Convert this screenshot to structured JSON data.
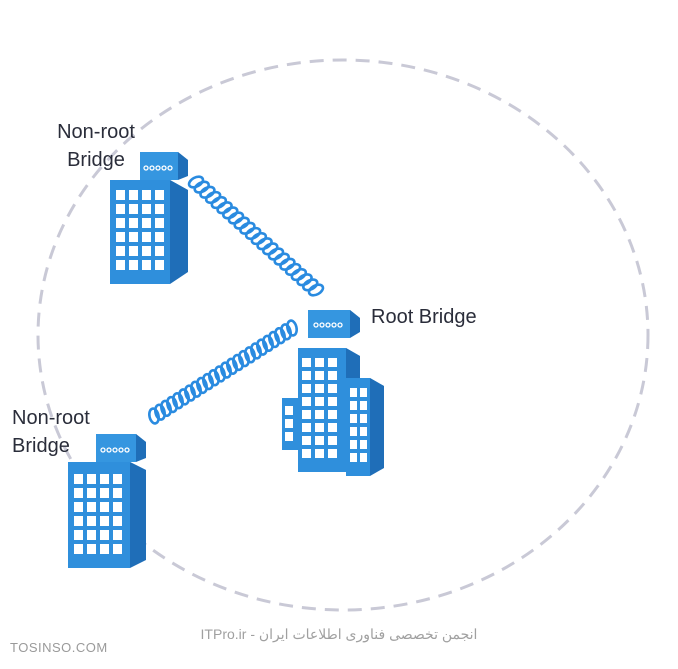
{
  "nodes": {
    "top_bridge": {
      "label": "Non-root\nBridge"
    },
    "root_bridge": {
      "label": "Root Bridge"
    },
    "bottom_bridge": {
      "label": "Non-root\nBridge"
    }
  },
  "footer": {
    "watermark_left": "TOSINSO.COM",
    "watermark_center": "ITPro.ir - انجمن تخصصی فناوری اطلاعات ایران"
  },
  "colors": {
    "building_front": "#2f8fdc",
    "building_side": "#1f6eb8",
    "building_top": "#5fb0ee",
    "window": "#ffffff",
    "link": "#2a8be0",
    "boundary": "#c9c9d6"
  }
}
